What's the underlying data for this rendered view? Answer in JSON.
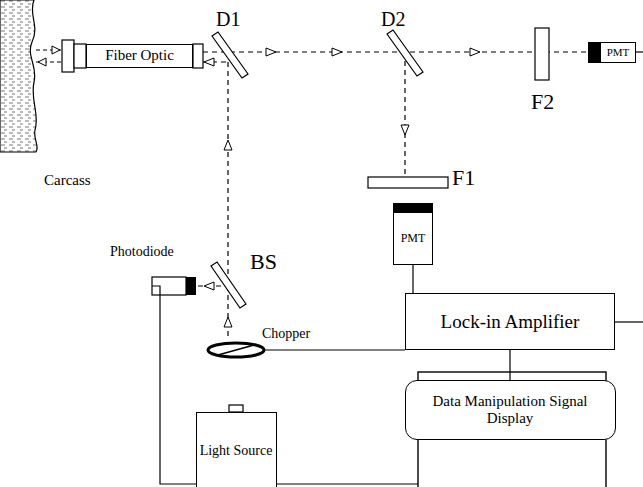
{
  "diagram": {
    "nodes": [
      {
        "text": [
          "Fiber Optic"
        ]
      },
      {
        "text": [
          "PMT"
        ]
      },
      {
        "text": [
          "PMT"
        ]
      },
      {
        "text": [
          "Lock-in Amplifier"
        ]
      },
      {
        "text": [
          "Data Manipulation Signal Display"
        ]
      },
      {
        "text": [
          "Light Source"
        ]
      }
    ],
    "edges": [
      {
        "from": 2,
        "to": 3,
        "arrow": "none"
      },
      {
        "from": 3,
        "to": 4,
        "arrow": "none"
      }
    ],
    "labels": [
      "D1",
      "D2",
      "F2",
      "F1",
      "BS",
      "Photodiode",
      "Chopper",
      "Carcass"
    ]
  }
}
